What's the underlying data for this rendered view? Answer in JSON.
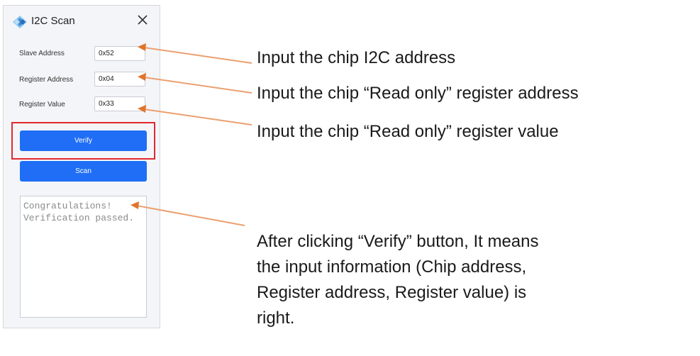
{
  "window": {
    "title": "I2C Scan",
    "accent_color": "#1f6ef5",
    "highlight_color": "#e0282f"
  },
  "fields": [
    {
      "label": "Slave Address",
      "value": "0x52"
    },
    {
      "label": "Register Address",
      "value": "0x04"
    },
    {
      "label": "Register Value",
      "value": "0x33"
    }
  ],
  "buttons": {
    "verify": "Verify",
    "scan": "Scan"
  },
  "result": {
    "text": "Congratulations!\nVerification passed."
  },
  "annotations": {
    "slave_address": "Input the chip I2C address",
    "register_address": "Input the chip “Read only” register address",
    "register_value": "Input the chip “Read only” register value",
    "verify_line1": "After clicking “Verify” button, It means",
    "verify_line2": "the input information (Chip address,",
    "verify_line3": "Register address, Register value) is",
    "verify_line4": "right."
  },
  "icons": {
    "app": "diamond-logo-icon",
    "close": "close-icon"
  }
}
